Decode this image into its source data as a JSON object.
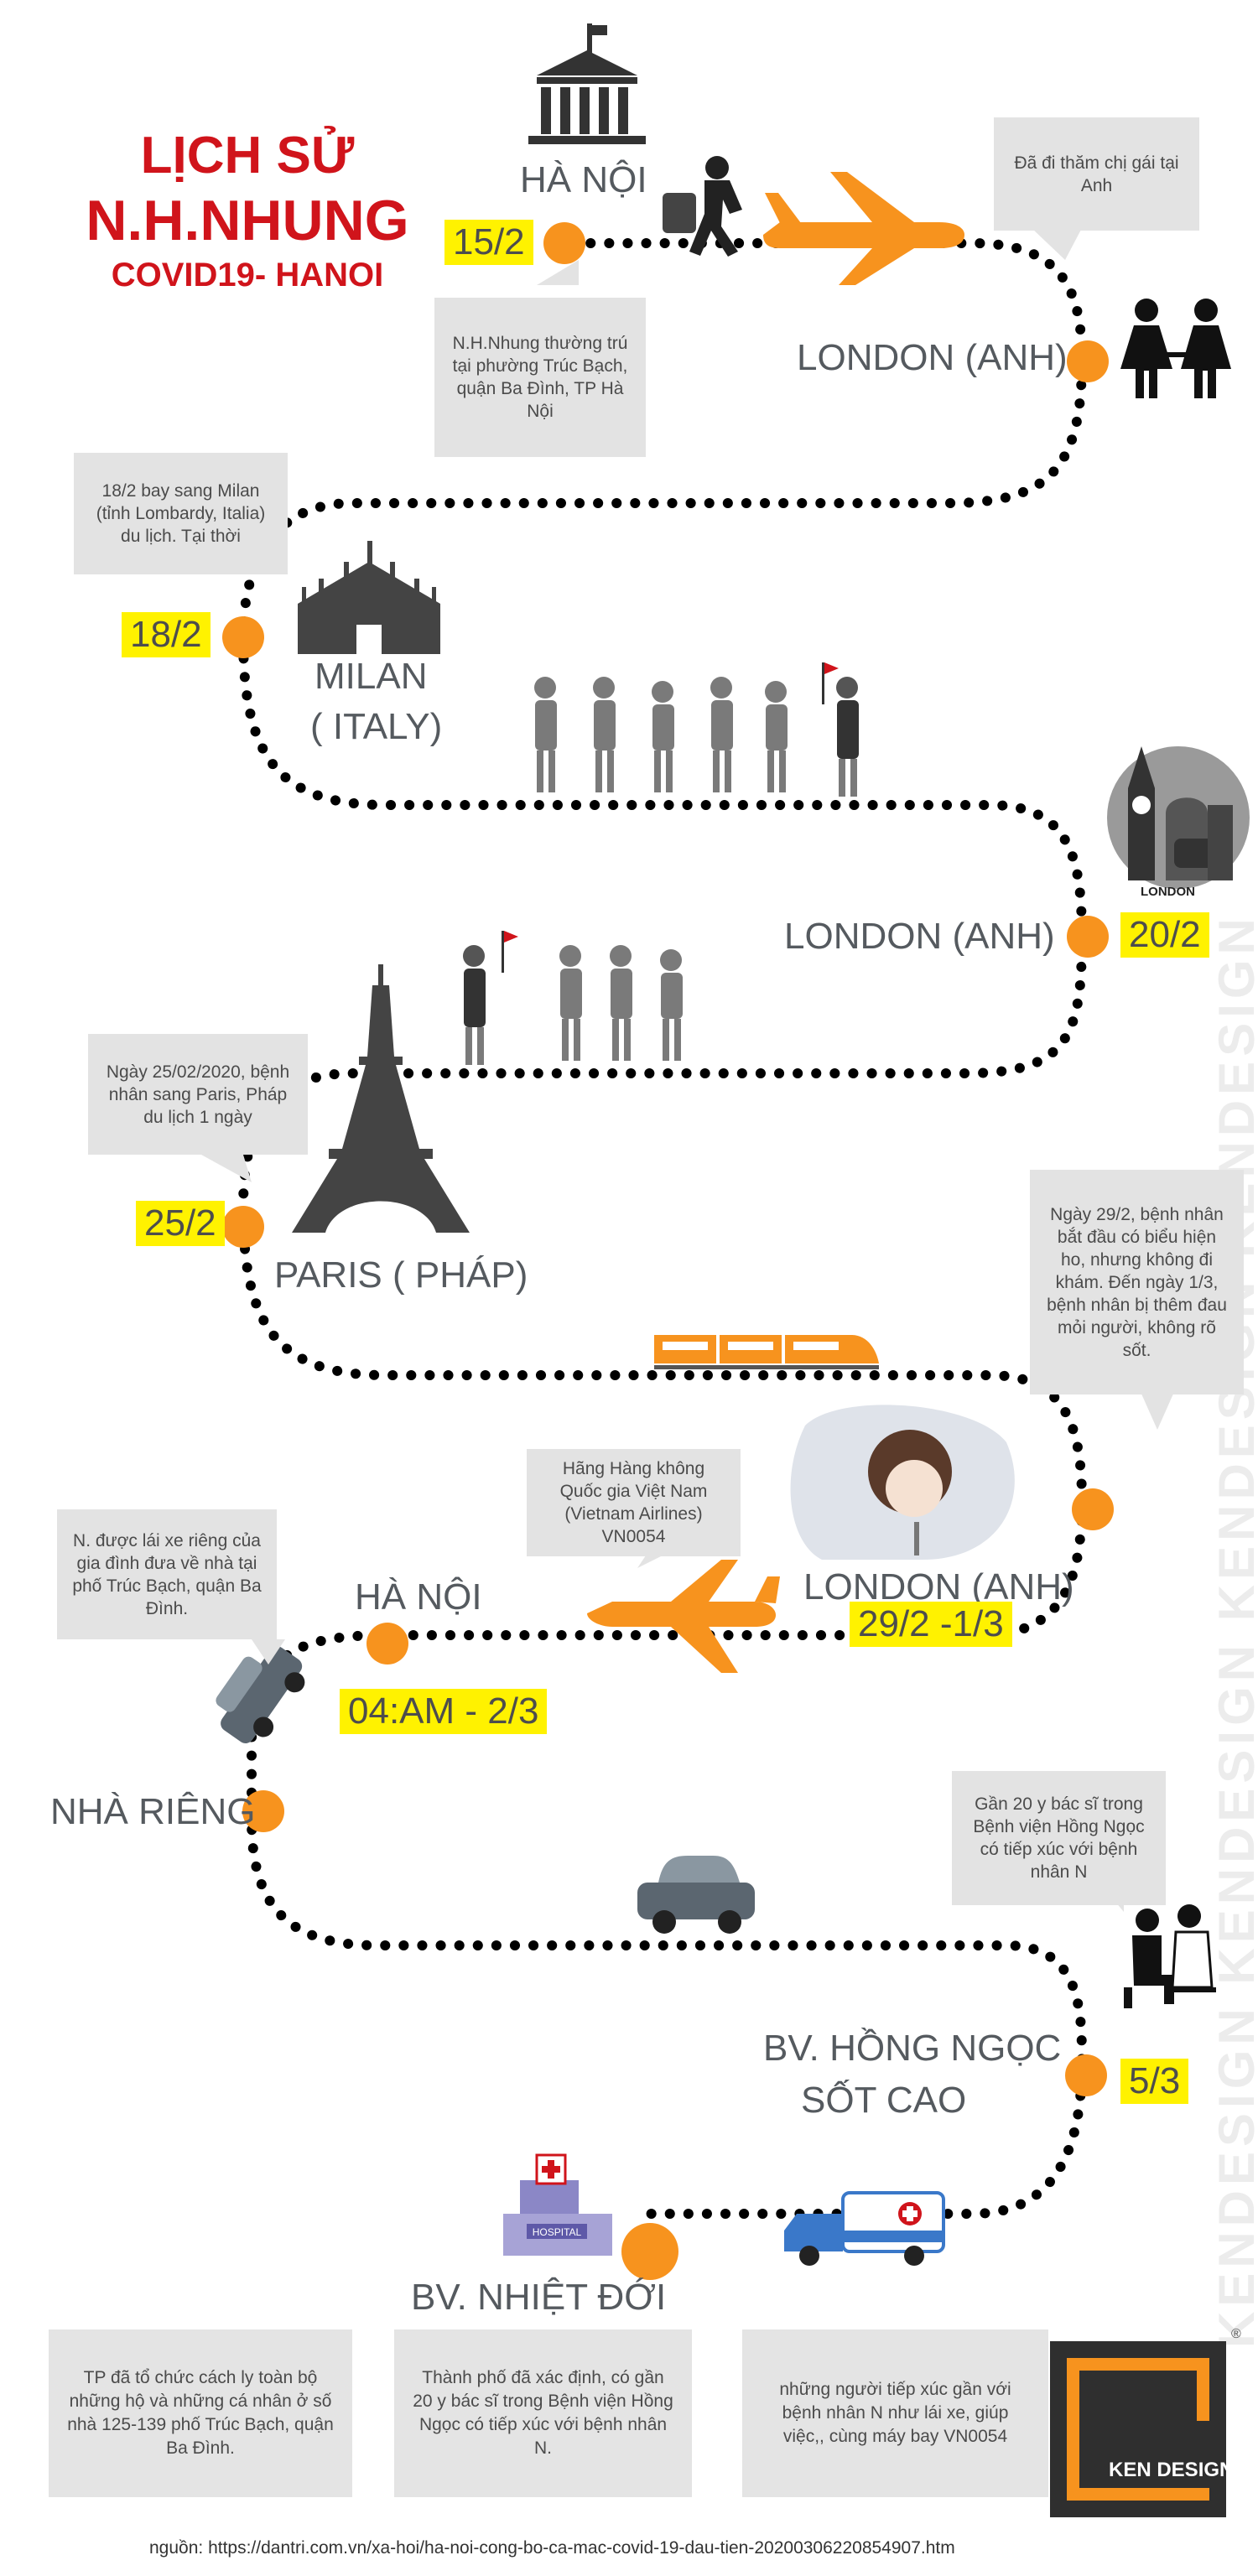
{
  "title": {
    "line1": "LỊCH SỬ",
    "line2": "N.H.NHUNG",
    "line3": "COVID19- HANOI"
  },
  "stops": {
    "hanoi_start": {
      "place": "HÀ NỘI",
      "date": "15/2",
      "note": "N.H.Nhung thường trú tại phường Trúc Bạch, quận Ba Đình, TP Hà Nội"
    },
    "london1": {
      "place": "LONDON (ANH)",
      "note": "Đã đi thăm chị gái tại Anh"
    },
    "milan": {
      "place_line1": "MILAN",
      "place_line2": "( ITALY)",
      "date": "18/2",
      "note": "18/2 bay sang Milan (tỉnh Lombardy, Italia) du lịch. Tại thời"
    },
    "london2": {
      "place": "LONDON (ANH)",
      "date": "20/2",
      "badge": "LONDON"
    },
    "paris": {
      "place": "PARIS ( PHÁP)",
      "date": "25/2",
      "note": "Ngày 25/02/2020, bệnh nhân sang Paris, Pháp du lịch 1 ngày"
    },
    "london3": {
      "place": "LONDON (ANH)",
      "date": "29/2 -1/3",
      "note": "Ngày 29/2, bệnh nhân bắt đầu có biểu hiện ho, nhưng không đi khám. Đến ngày 1/3, bệnh nhân bị thêm đau mỏi người, không rõ sốt."
    },
    "hanoi_return": {
      "place": "HÀ NỘI",
      "date": "04:AM - 2/3",
      "note": "Hãng Hàng không Quốc gia Việt Nam (Vietnam Airlines) VN0054"
    },
    "home": {
      "place": "NHÀ RIÊNG",
      "note": "N. được lái xe riêng của gia đình đưa về nhà tại phố Trúc Bạch, quận Ba Đình."
    },
    "hong_ngoc": {
      "place_line1": "BV. HỒNG NGỌC",
      "place_line2": "SỐT CAO",
      "date": "5/3",
      "note": "Gần 20 y bác sĩ trong Bệnh viện Hồng Ngọc có tiếp xúc với bệnh nhân N"
    },
    "nhiet_doi": {
      "place": "BV. NHIỆT ĐỚI",
      "hospital_sign": "HOSPITAL"
    }
  },
  "bottom_notes": [
    "TP đã tổ chức cách ly toàn bộ những hộ và những cá nhân ở số nhà 125-139 phố Trúc Bạch, quận Ba Đình.",
    "Thành phố đã xác định, có gần 20 y bác sĩ trong Bệnh viện Hồng Ngọc có tiếp xúc với bệnh nhân N.",
    "những người tiếp xúc gần với bệnh nhân N như lái xe, giúp việc,, cùng máy bay VN0054"
  ],
  "logo": {
    "text": "KEN DESIGN",
    "mark": "®"
  },
  "watermark": "KENDESIGN KENDESIGN KENDESIGN KENDESIGN",
  "source": "nguồn: https://dantri.com.vn/xa-hoi/ha-noi-cong-bo-ca-mac-covid-19-dau-tien-20200306220854907.htm",
  "colors": {
    "title_red": "#d0141b",
    "orange": "#f7931e",
    "date_yellow": "#fff200",
    "note_gray": "#e3e3e3",
    "icon_dark": "#4d4d4d",
    "path_black": "#000000"
  },
  "icons": [
    "building-icon",
    "traveler-icon",
    "airplane-icon",
    "couple-icon",
    "cathedral-icon",
    "tourists-icon",
    "big-ben-icon",
    "eiffel-tower-icon",
    "train-icon",
    "sick-person-icon",
    "car-icon",
    "doctor-icon",
    "ambulance-icon",
    "hospital-icon"
  ]
}
